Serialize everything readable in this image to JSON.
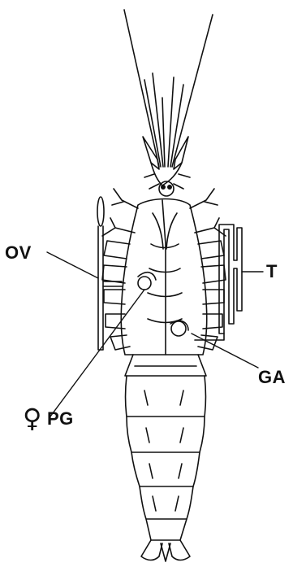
{
  "labels": {
    "ov": "OV",
    "t": "T",
    "ga": "GA",
    "pg": "PG"
  },
  "female_symbol": "♀",
  "colors": {
    "ink": "#111111",
    "background": "#ffffff"
  }
}
